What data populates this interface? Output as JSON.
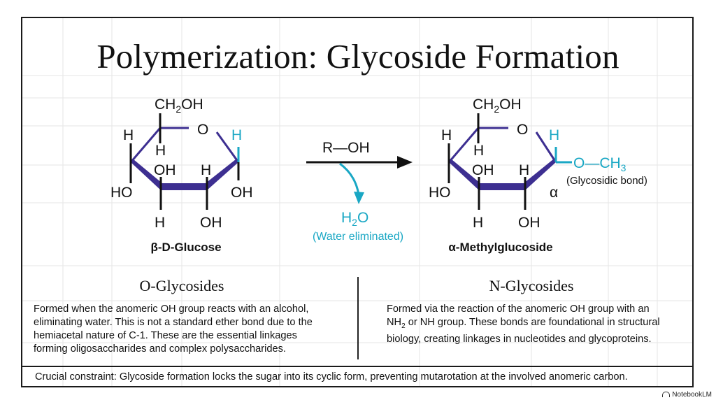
{
  "title": "Polymerization: Glycoside Formation",
  "colors": {
    "ring": "#3d2f91",
    "accent": "#19a7c4",
    "text": "#111111",
    "frame": "#1a1a1a"
  },
  "left_molecule": {
    "ch2oh_main": "CH",
    "ch2oh_sub": "2",
    "ch2oh_tail": "OH",
    "ring_o": "O",
    "anomeric_h": "H",
    "h_c5": "H",
    "h_c4_up": "H",
    "ho_c4": "HO",
    "oh_c3": "OH",
    "h_c2_up": "H",
    "oh_c1": "OH",
    "h_c3_down": "H",
    "oh_c2_down": "OH",
    "name": "β-D-Glucose"
  },
  "reaction": {
    "reagent": "R—OH",
    "byproduct_main": "H",
    "byproduct_sub": "2",
    "byproduct_tail": "O",
    "byproduct_note": "(Water eliminated)"
  },
  "right_molecule": {
    "ch2oh_main": "CH",
    "ch2oh_sub": "2",
    "ch2oh_tail": "OH",
    "ring_o": "O",
    "anomeric_h": "H",
    "och3_main": "O—CH",
    "och3_sub": "3",
    "bond_note": "(Glycosidic bond)",
    "alpha": "α",
    "h_c5": "H",
    "h_c4_up": "H",
    "ho_c4": "HO",
    "oh_c3": "OH",
    "h_c2_up": "H",
    "h_c3_down": "H",
    "oh_c2_down": "OH",
    "name": "α-Methylglucoside"
  },
  "o_glycosides": {
    "title": "O-Glycosides",
    "lines": [
      "Formed when the anomeric OH group reacts with an alcohol,",
      "eliminating water. This is not a standard ether bond due to the",
      "hemiacetal nature of C-1. These are the essential linkages",
      "forming oligosaccharides and complex polysaccharides."
    ]
  },
  "n_glycosides": {
    "title": "N-Glycosides",
    "line1": "Formed via the reaction of the anomeric OH group with an",
    "line2_a": "NH",
    "line2_sub": "2",
    "line2_b": " or NH group. These bonds are foundational in structural",
    "line3": "biology, creating linkages in nucleotides and glycoproteins."
  },
  "footer": "Crucial constraint: Glycoside formation locks the sugar into its cyclic form, preventing mutarotation at the involved anomeric carbon.",
  "brand": "NotebookLM"
}
